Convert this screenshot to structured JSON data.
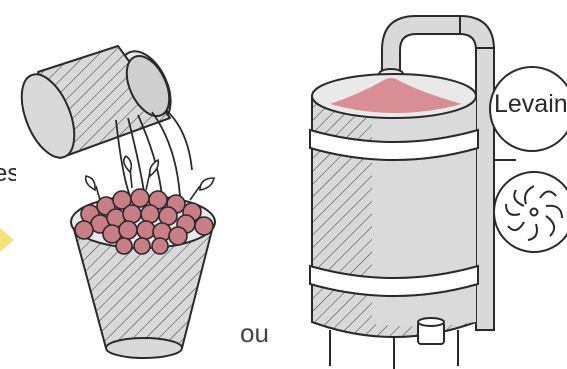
{
  "labels": {
    "partial_left": "es",
    "separator": "ou",
    "levain": "Levain"
  },
  "colors": {
    "outline": "#2a2a2a",
    "fill": "#d9d9d9",
    "fill_light": "#e9e9e9",
    "grape": "#c97d86",
    "must": "#d98d94",
    "arrow": "#f4e27a",
    "background": "#ffffff"
  },
  "icons": {
    "bucket": "bucket-icon",
    "grapes": "grape-cluster-icon",
    "vat": "fermentation-vat-icon",
    "fan": "fan-icon"
  }
}
